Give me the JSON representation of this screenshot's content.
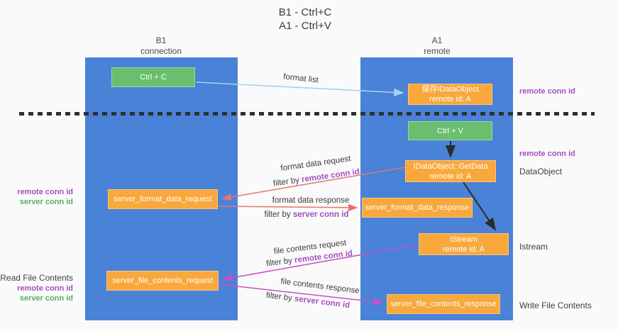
{
  "title": {
    "line1": "B1 - Ctrl+C",
    "line2": "A1 - Ctrl+V"
  },
  "lanes": {
    "left": {
      "name": "B1",
      "role": "connection"
    },
    "right": {
      "name": "A1",
      "role": "remote"
    }
  },
  "nodes": {
    "ctrl_c": {
      "label": "Ctrl + C"
    },
    "ctrl_v": {
      "label": "Ctrl + V"
    },
    "save_dataobject": {
      "line1": "保存IDataObject",
      "line2": "remote id: A"
    },
    "getdata": {
      "line1": "IDataObject::GetData",
      "line2": "remote id: A"
    },
    "istream": {
      "line1": "IStream",
      "line2": "remote id: A"
    },
    "server_format_data_request": {
      "label": "server_format_data_request"
    },
    "server_format_data_response": {
      "label": "server_format_data_response"
    },
    "server_file_contents_request": {
      "label": "server_file_contents_request"
    },
    "server_file_contents_response": {
      "label": "server_file_contents_response"
    }
  },
  "edge_labels": {
    "format_list": "format list",
    "format_data_request": "format data request",
    "format_data_response": "format data response",
    "file_contents_request": "file contents request",
    "file_contents_response": "file contents response",
    "filter_by": "filter by ",
    "remote_conn_id": "remote conn id",
    "server_conn_id": "server conn id"
  },
  "side_labels": {
    "remote_conn_id": "remote conn id",
    "server_conn_id": "server conn id",
    "dataobject": "DataObject",
    "istream": "Istream",
    "read_file_contents": "Read File Contents",
    "write_file_contents": "Write File Contents"
  },
  "colors": {
    "lane_blue": "#4a82d8",
    "node_green": "#6abf6e",
    "node_orange": "#f9a83c",
    "purple_text": "#a44fc0",
    "green_text": "#55b161",
    "arrow_salmon": "#e57373",
    "arrow_magenta": "#c94fc9",
    "arrow_lightblue": "#a7d2f0",
    "arrow_black": "#2b2b2b",
    "background": "#fafafa"
  }
}
